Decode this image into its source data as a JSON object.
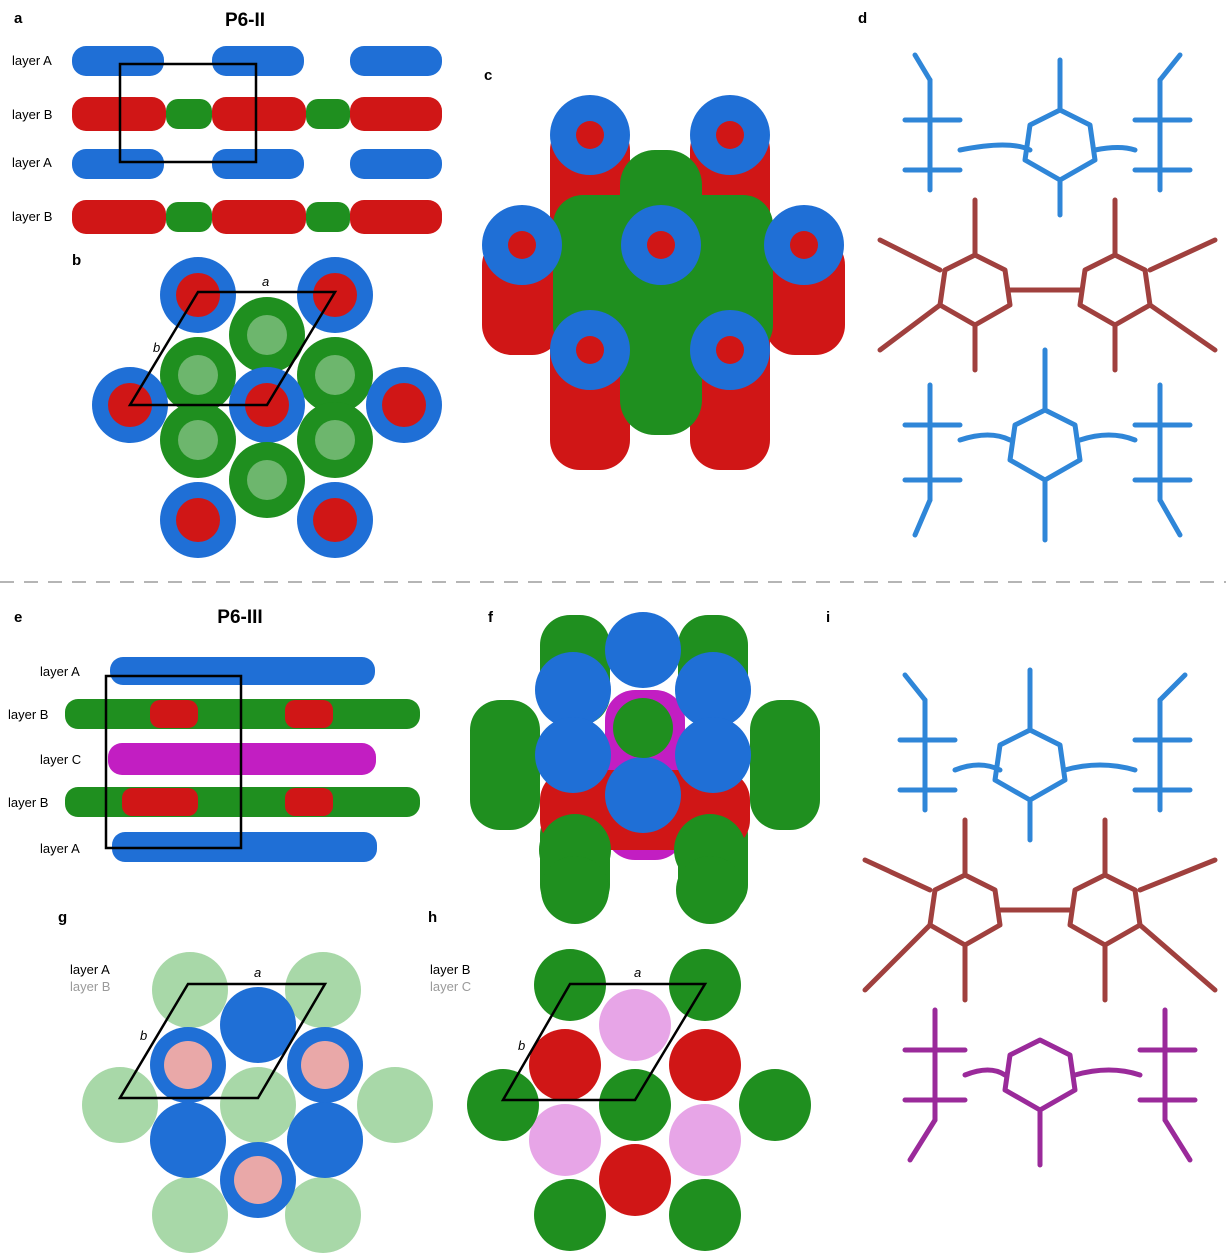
{
  "panels": {
    "a": {
      "letter": "a",
      "title": "P6-II",
      "layers": [
        "layer A",
        "layer B",
        "layer A",
        "layer B"
      ]
    },
    "b": {
      "letter": "b",
      "axis_a": "a",
      "axis_b": "b"
    },
    "c": {
      "letter": "c"
    },
    "d": {
      "letter": "d"
    },
    "e": {
      "letter": "e",
      "title": "P6-III",
      "layers": [
        "layer A",
        "layer B",
        "layer C",
        "layer B",
        "layer A"
      ]
    },
    "f": {
      "letter": "f"
    },
    "g": {
      "letter": "g",
      "legend_primary": "layer A",
      "legend_secondary": "layer B",
      "axis_a": "a",
      "axis_b": "b"
    },
    "h": {
      "letter": "h",
      "legend_primary": "layer B",
      "legend_secondary": "layer C",
      "axis_a": "a",
      "axis_b": "b"
    },
    "i": {
      "letter": "i"
    }
  },
  "colors": {
    "blue": "#1f6fd6",
    "red": "#d01616",
    "green": "#1f8f1f",
    "magenta": "#c21ec2",
    "brown": "#a0403e",
    "purple": "#9a2a9a",
    "faded_green": "#a8d8a8",
    "faded_pink": "#e7a5e7",
    "divider": "#b5b5b5"
  }
}
